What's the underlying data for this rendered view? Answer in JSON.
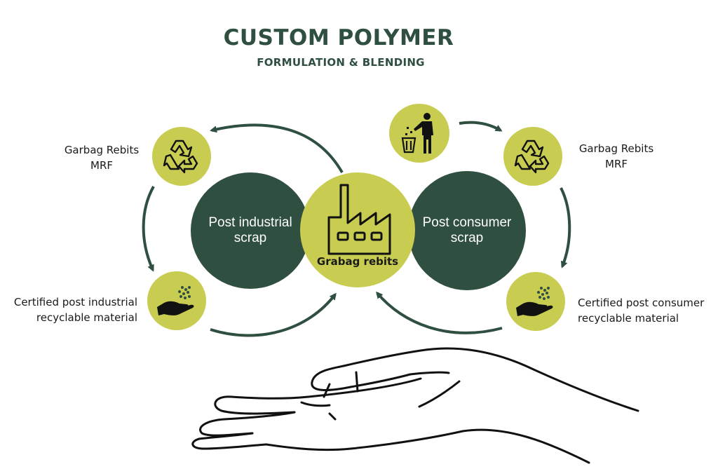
{
  "header": {
    "title": "CUSTOM POLYMER",
    "subtitle": "FORMULATION & BLENDING"
  },
  "nodes": {
    "post_industrial": {
      "label_line1": "Post industrial",
      "label_line2": "scrap"
    },
    "post_consumer": {
      "label_line1": "Post consumer",
      "label_line2": "scrap"
    },
    "center": {
      "label": "Grabag rebits"
    }
  },
  "labels": {
    "left_mrf": {
      "line1": "Garbag Rebits",
      "line2": "MRF"
    },
    "right_mrf": {
      "line1": "Garbag Rebits",
      "line2": "MRF"
    },
    "left_material": {
      "line1": "Certified post industrial",
      "line2": "recyclable material"
    },
    "right_material": {
      "line1": "Certified post consumer",
      "line2": "recyclable material"
    }
  },
  "icons": {
    "recycle": "recycle-icon",
    "disposal": "person-trash-icon",
    "hand_material": "hand-pellets-icon",
    "factory": "factory-icon",
    "hand_drawing": "open-hand-illustration"
  },
  "colors": {
    "dark_green": "#2f4f41",
    "lime": "#c8cd52",
    "text": "#1a1a1a"
  }
}
